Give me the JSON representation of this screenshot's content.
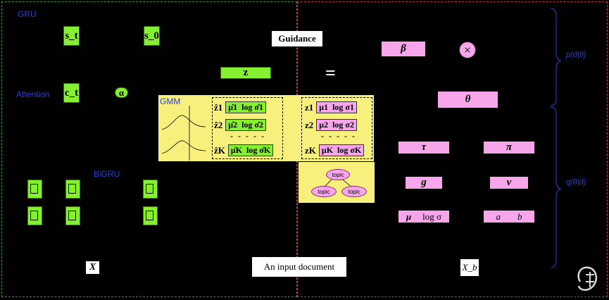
{
  "labels": {
    "gru": "GRU",
    "attention": "Attention",
    "bigru": "BiGRU",
    "gmm": "GMM",
    "guidance": "Guidance",
    "input_doc": "An input document",
    "x": "X",
    "xb": "X_b"
  },
  "left_nodes": {
    "s_t": "s_t",
    "s_0": "s_0",
    "c_t": "c_t",
    "alpha": "α",
    "z": "z"
  },
  "gmm_rows": [
    {
      "z": "ẑ1",
      "mu": "μ̂1",
      "sig": "log σ̂1"
    },
    {
      "z": "ẑ2",
      "mu": "μ̂2",
      "sig": "log σ̂2"
    },
    {
      "z": "ẑK",
      "mu": "μ̂K",
      "sig": "log σ̂K"
    }
  ],
  "prior_rows": [
    {
      "z": "z1",
      "mu": "μ1",
      "sig": "log σ1"
    },
    {
      "z": "z2",
      "mu": "μ2",
      "sig": "log σ2"
    },
    {
      "z": "zK",
      "mu": "μK",
      "sig": "log σK"
    }
  ],
  "dashes": "- - - - -",
  "equals": "=",
  "topics": {
    "root": "topic",
    "left": "topic",
    "right": "topic"
  },
  "right_nodes": {
    "beta": "β",
    "times": "×",
    "theta": "θ",
    "tau": "τ",
    "pi": "π",
    "g": "g",
    "v": "v",
    "mu": "μ",
    "logsigma": "log σ",
    "a": "a",
    "b": "b"
  },
  "brace_labels": {
    "top": "p(d|θ)",
    "bottom": "q(θ|d)"
  },
  "colors": {
    "green": "#84f030",
    "pink": "#f7a6ec",
    "yellow": "#f8f07c",
    "blue": "#2a3fd6"
  }
}
